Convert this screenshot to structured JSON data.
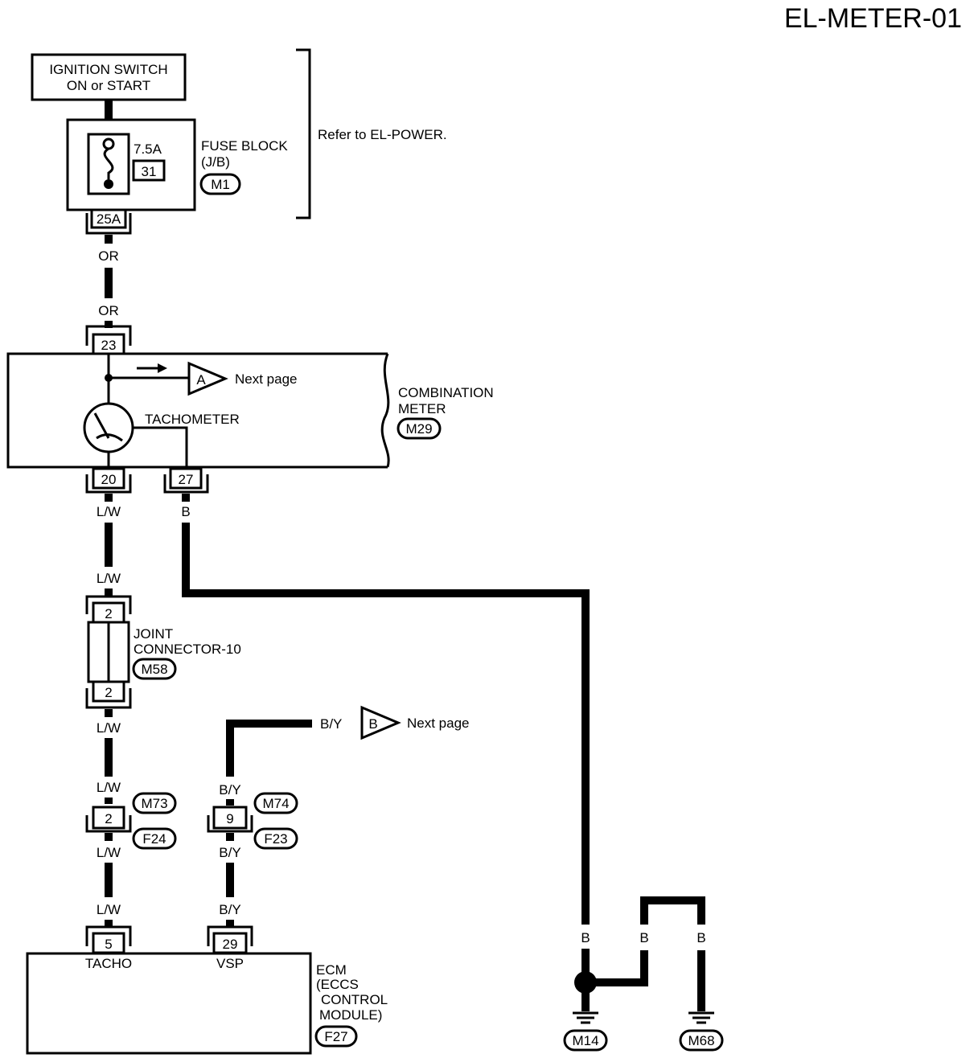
{
  "page_code": "EL-METER-01",
  "ignition": {
    "line1": "IGNITION SWITCH",
    "line2": "ON or START"
  },
  "fuse_block": {
    "rating": "7.5A",
    "fuse_no": "31",
    "name_line1": "FUSE BLOCK",
    "name_line2": "(J/B)",
    "connector": "M1",
    "terminal": "25A",
    "refer": "Refer to EL-POWER."
  },
  "combination_meter": {
    "name_line1": "COMBINATION",
    "name_line2": "METER",
    "connector": "M29",
    "tachometer": "TACHOMETER",
    "term_in": "23",
    "term_tacho": "20",
    "term_ground": "27"
  },
  "next_page_a": {
    "letter": "A",
    "text": "Next page"
  },
  "next_page_b": {
    "letter": "B",
    "text": "Next page"
  },
  "joint_connector": {
    "line1": "JOINT",
    "line2": "CONNECTOR-10",
    "connector": "M58",
    "term_top": "2",
    "term_bottom": "2"
  },
  "harness_conn_tacho": {
    "terminal": "2",
    "upper": "M73",
    "lower": "F24"
  },
  "harness_conn_vsp": {
    "terminal": "9",
    "upper": "M74",
    "lower": "F23"
  },
  "ecm": {
    "line1": "ECM",
    "line2": "(ECCS",
    "line3": "CONTROL",
    "line4": "MODULE)",
    "connector": "F27",
    "tacho_label": "TACHO",
    "tacho_term": "5",
    "vsp_label": "VSP",
    "vsp_term": "29"
  },
  "wire_colors": {
    "or": "OR",
    "lw": "L/W",
    "b": "B",
    "by": "B/Y"
  },
  "grounds": {
    "g1": "M14",
    "g2": "M68"
  }
}
